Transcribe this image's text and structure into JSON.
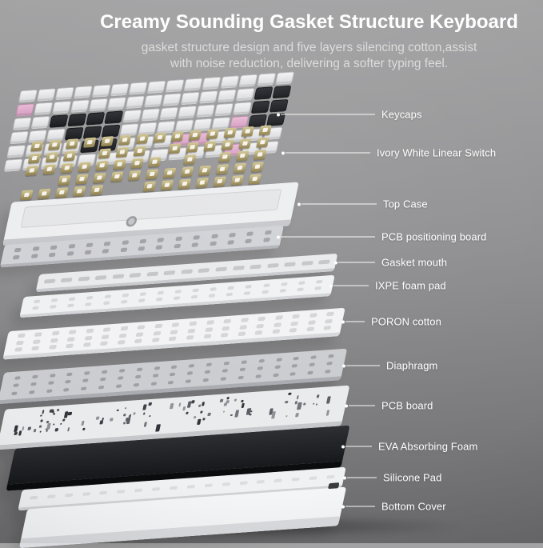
{
  "header": {
    "title": "Creamy Sounding Gasket Structure Keyboard",
    "subtitle_line1": "gasket structure design and five layers silencing cotton,assist",
    "subtitle_line2": "with noise reduction, delivering a softer typing feel."
  },
  "layers": [
    {
      "label": "Keycaps"
    },
    {
      "label": "Ivory White Linear Switch"
    },
    {
      "label": "Top Case"
    },
    {
      "label": "PCB positioning board"
    },
    {
      "label": "Gasket mouth"
    },
    {
      "label": "IXPE foam pad"
    },
    {
      "label": "PORON cotton"
    },
    {
      "label": "Diaphragm"
    },
    {
      "label": "PCB board"
    },
    {
      "label": "EVA Absorbing Foam"
    },
    {
      "label": "Silicone Pad"
    },
    {
      "label": "Bottom Cover"
    }
  ],
  "colors": {
    "background_top": "#a3a3a4",
    "background_mid": "#8f8f91",
    "background_bottom": "#6c6c6e",
    "title_text": "#ffffff",
    "subtitle_text": "#dcdcdd",
    "label_text": "#ffffff",
    "leader_line": "#ffffff",
    "keycap_white": "#f3f3f4",
    "keycap_black": "#2a2b30",
    "keycap_pink": "#e8b9d5",
    "switch_gold": "#9d8e55",
    "case_white": "#edeef0",
    "plate_gray": "#d0d1d5",
    "foam_black": "#17181b",
    "bottom_white": "#f5f6f8"
  }
}
